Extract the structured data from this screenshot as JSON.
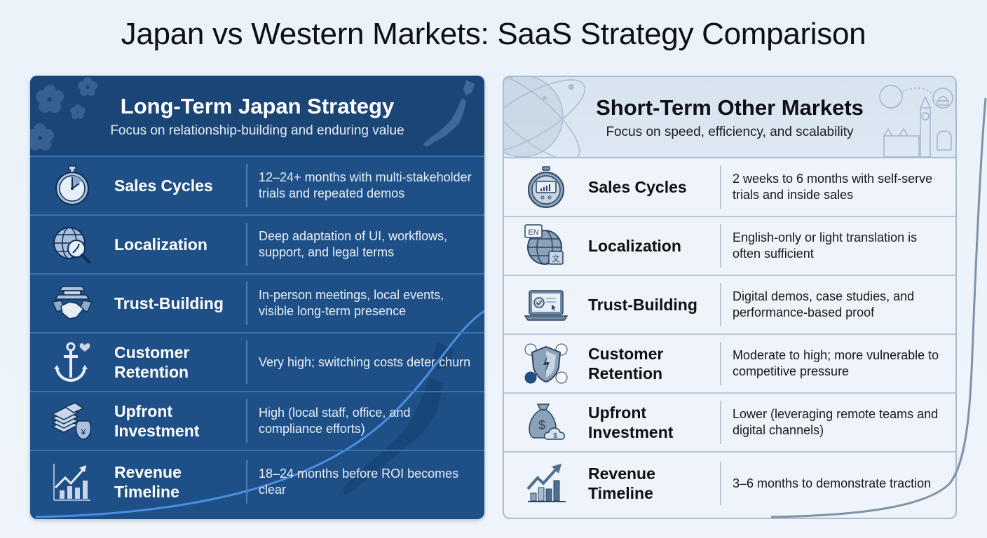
{
  "title": "Japan vs Western Markets: SaaS Strategy Comparison",
  "colors": {
    "background": "#eaf2fa",
    "left_panel": "#1e4f86",
    "left_header": "#1b4577",
    "left_divider": "#3c74ad",
    "right_panel": "#eef4fa",
    "right_header": "#d7e3ef",
    "right_border": "#a9bccf",
    "accent_curve_left": "#4a8fe0",
    "accent_curve_right": "#7f93a8"
  },
  "left_panel": {
    "title": "Long-Term Japan Strategy",
    "subtitle": "Focus on relationship-building and enduring value",
    "decorations": [
      "cherry-blossom",
      "japan-map-silhouette",
      "growth-curve"
    ],
    "rows": [
      {
        "icon": "stopwatch-icon",
        "label": "Sales Cycles",
        "description": "12–24+ months with multi-stakeholder trials and repeated demos"
      },
      {
        "icon": "globe-magnifier-japan-icon",
        "label": "Localization",
        "description": "Deep adaptation of UI, workflows, support, and legal terms"
      },
      {
        "icon": "handshake-temple-icon",
        "label": "Trust-Building",
        "description": "In-person meetings, local events, visible long-term presence"
      },
      {
        "icon": "anchor-heart-icon",
        "label": "Customer Retention",
        "description": "Very high; switching costs deter churn"
      },
      {
        "icon": "yen-money-stack-icon",
        "label": "Upfront Investment",
        "description": "High (local staff, office, and compliance efforts)"
      },
      {
        "icon": "growth-chart-icon",
        "label": "Revenue Timeline",
        "description": "18–24 months before ROI becomes clear"
      }
    ]
  },
  "right_panel": {
    "title": "Short-Term Other Markets",
    "subtitle": "Focus on speed, efficiency, and scalability",
    "decorations": [
      "globe-orbit",
      "big-ben-landmarks",
      "capitol-dome",
      "steep-curve"
    ],
    "rows": [
      {
        "icon": "digital-stopwatch-icon",
        "label": "Sales Cycles",
        "description": "2 weeks to 6 months with self-serve trials and inside sales"
      },
      {
        "icon": "globe-translation-icon",
        "label": "Localization",
        "description": "English-only or light translation is often sufficient",
        "icon_text": "EN"
      },
      {
        "icon": "laptop-demo-icon",
        "label": "Trust-Building",
        "description": "Digital demos, case studies, and performance-based proof"
      },
      {
        "icon": "shield-competitors-icon",
        "label": "Customer Retention",
        "description": "Moderate to high; more vulnerable to competitive pressure"
      },
      {
        "icon": "dollar-bag-cloud-icon",
        "label": "Upfront Investment",
        "description": "Lower (leveraging remote teams and digital channels)"
      },
      {
        "icon": "growth-chart-icon",
        "label": "Revenue Timeline",
        "description": "3–6 months to demonstrate traction"
      }
    ]
  }
}
